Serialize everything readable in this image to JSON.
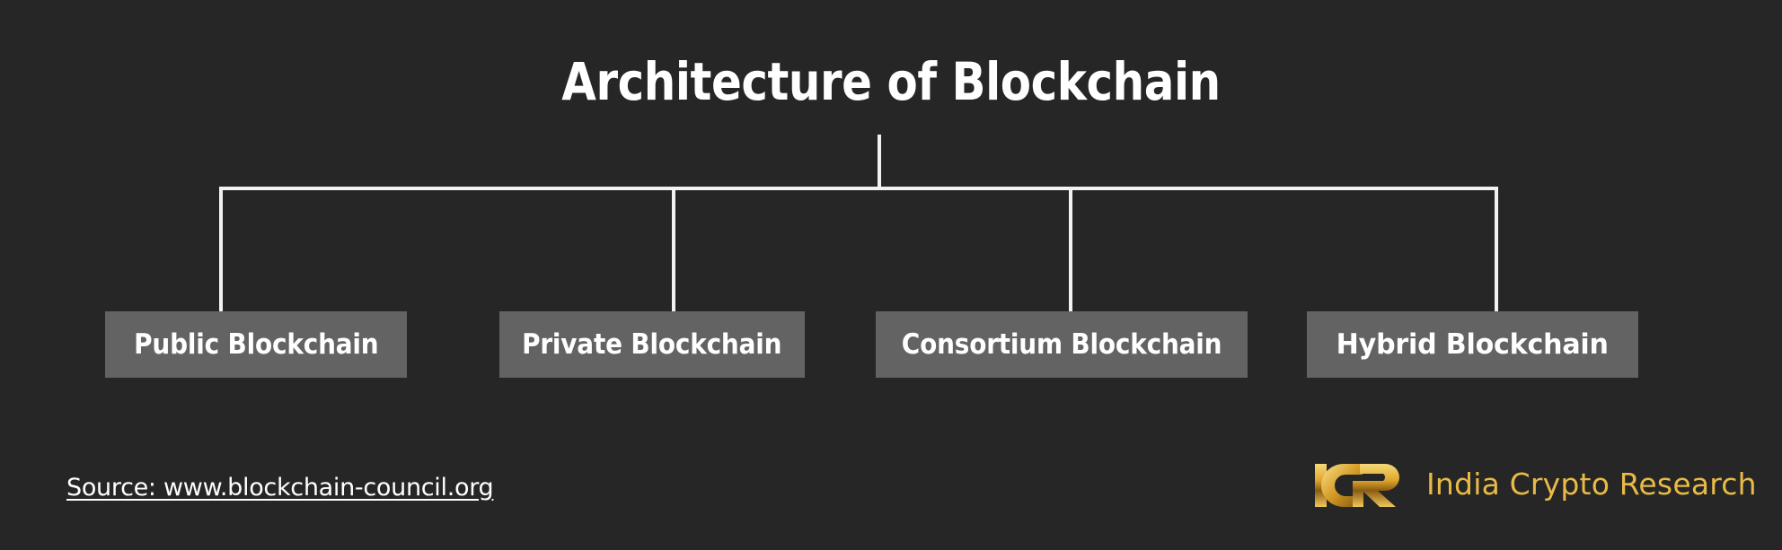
{
  "title": "Architecture of Blockchain",
  "colors": {
    "background": "#262626",
    "node_fill": "#636363",
    "line": "#f2f2f2",
    "text": "#ffffff",
    "brand_gold": "#e9ba46",
    "brand_gold_dark": "#a9761a"
  },
  "nodes": [
    {
      "id": "public",
      "label": "Public Blockchain"
    },
    {
      "id": "private",
      "label": "Private Blockchain"
    },
    {
      "id": "consortium",
      "label": "Consortium Blockchain"
    },
    {
      "id": "hybrid",
      "label": "Hybrid Blockchain"
    }
  ],
  "footer": {
    "source": "Source: www.blockchain-council.org"
  },
  "logo": {
    "mark_text": "ICR",
    "wordmark": "India Crypto Research"
  }
}
